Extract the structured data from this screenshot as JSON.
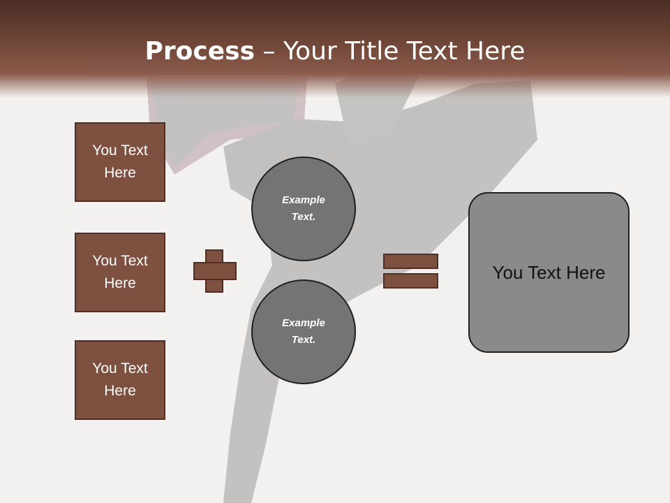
{
  "title": {
    "bold": "Process",
    "rest": " – Your Title Text Here"
  },
  "left_boxes": [
    {
      "line1": "You Text",
      "line2": "Here"
    },
    {
      "line1": "You Text",
      "line2": "Here"
    },
    {
      "line1": "You Text",
      "line2": "Here"
    }
  ],
  "circles": [
    {
      "line1": "Example",
      "line2": "Text."
    },
    {
      "line1": "Example",
      "line2": "Text."
    }
  ],
  "result": {
    "label": "You Text Here"
  },
  "colors": {
    "brown": "#7d5040",
    "brown_border": "#4e2e25",
    "grey": "#747474",
    "header": "#6c4436"
  },
  "background_image": "dancer-legs-photo"
}
